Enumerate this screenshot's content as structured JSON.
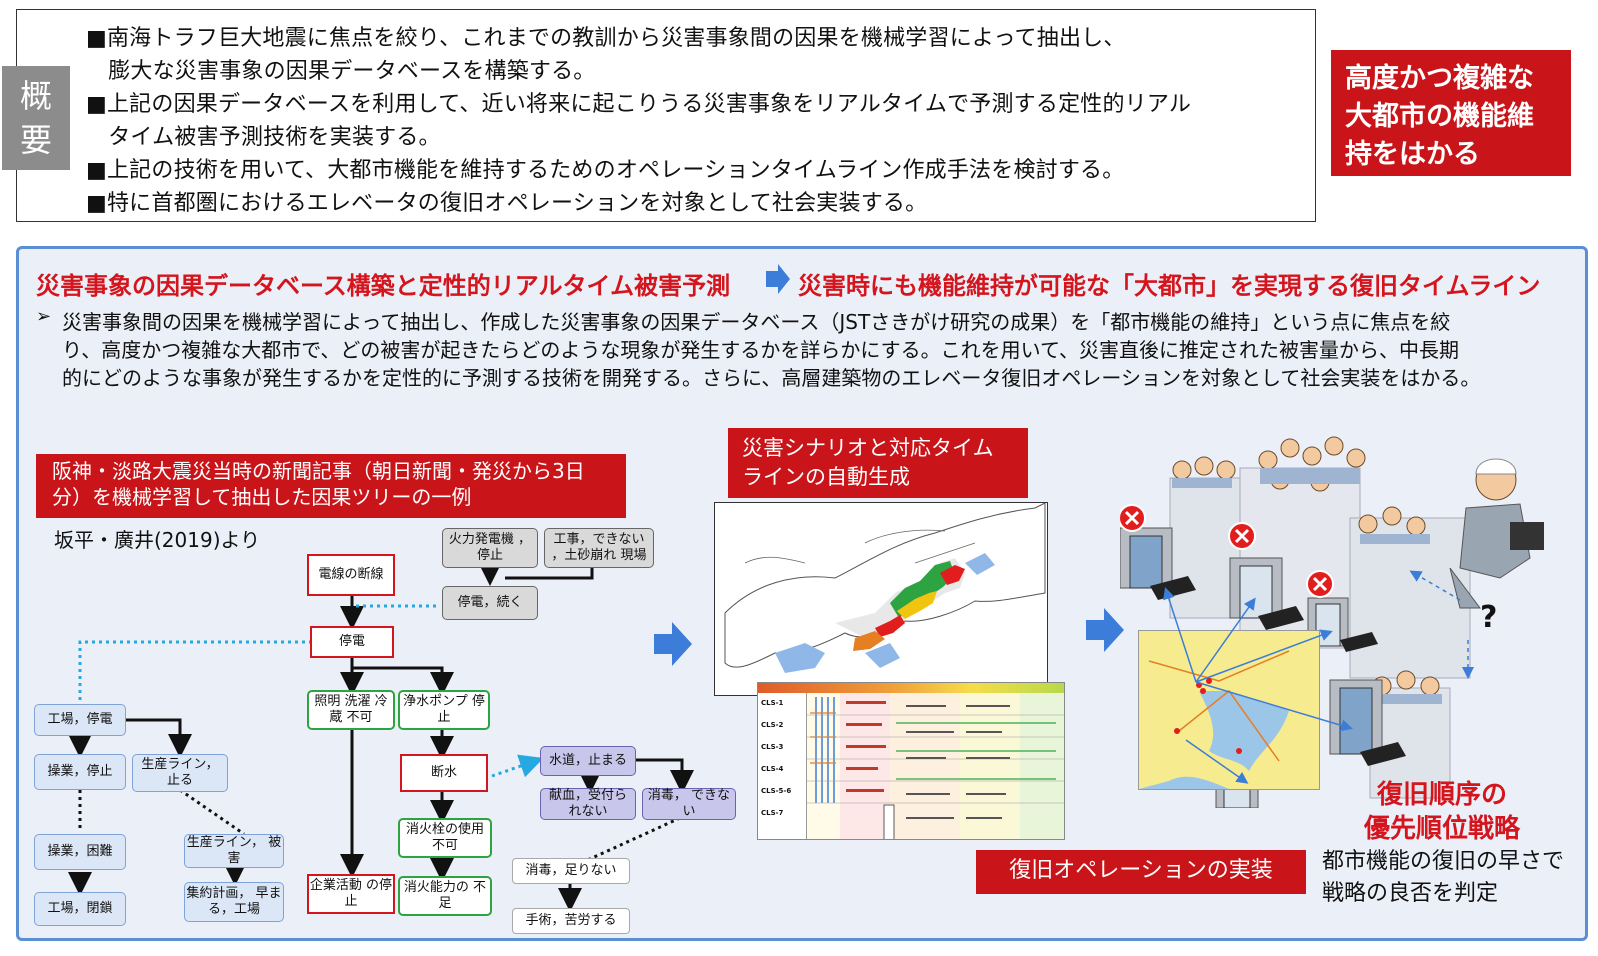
{
  "summary": {
    "label": "概要",
    "label_lines": [
      "概",
      "要"
    ],
    "lines": [
      "■南海トラフ巨大地震に焦点を絞り、これまでの教訓から災害事象間の因果を機械学習によって抽出し、",
      "　膨大な災害事象の因果データベースを構築する。",
      "■上記の因果データベースを利用して、近い将来に起こりうる災害事象をリアルタイムで予測する定性的リアル",
      "　タイム被害予測技術を実装する。",
      "■上記の技術を用いて、大都市機能を維持するためのオペレーションタイムライン作成手法を検討する。",
      "■特に首都圏におけるエレベータの復旧オペレーションを対象として社会実装する。"
    ]
  },
  "goal": {
    "lines": [
      "高度かつ複雑な",
      "大都市の機能維",
      "持をはかる"
    ]
  },
  "panel": {
    "title_left": "災害事象の因果データベース構築と定性的リアルタイム被害予測",
    "title_right": "災害時にも機能維持が可能な「大都市」を実現する復旧タイムライン",
    "bullet": "➢",
    "desc_lines": [
      "災害事象間の因果を機械学習によって抽出し、作成した災害事象の因果データベース（JSTさきがけ研究の成果）を「都市機能の維持」という点に焦点を絞",
      "り、高度かつ複雑な大都市で、どの被害が起きたらどのような現象が発生するかを詳らかにする。これを用いて、災害直後に推定された被害量から、中長期",
      "的にどのような事象が発生するかを定性的に予測する技術を開発する。さらに、高層建築物のエレベータ復旧オペレーションを対象として社会実装をはかる。"
    ]
  },
  "tree": {
    "caption_lines": [
      "阪神・淡路大震災当時の新聞記事（朝日新聞・発災から3日",
      "分）を機械学習して抽出した因果ツリーの一例"
    ],
    "source": "坂平・廣井(2019)より",
    "nodes": {
      "densen": "電線の断線",
      "teiden": "停電",
      "shomei": "照明 洗濯 冷蔵 不可",
      "josui": "浄水ポンプ 停止",
      "dansui": "断水",
      "shokasen": "消火栓の使用 不可",
      "kigyo": "企業活動 の停止",
      "shoka": "消火能力の 不足",
      "karyoku": "火力発電機 ，停止",
      "koji": "工事，できない ，土砂崩れ 現場",
      "teiden_tsuzuku": "停電，続く",
      "kojo_teiden": "工場，停電",
      "sogyo_teishi": "操業，停止",
      "seisan_tomaru": "生産ライン， 止る",
      "sogyo_konnan": "操業，困難",
      "kojo_heisa": "工場，閉鎖",
      "seisan_higai": "生産ライン， 被害",
      "shuyaku": "集約計画， 早まる，工場",
      "suido": "水道，止まる",
      "kenketsu": "献血，受付ら れない",
      "shodoku_dekinai": "消毒， できない",
      "shodoku_tarinai": "消毒，足りない",
      "shujutsu": "手術，苦労する"
    }
  },
  "scenario": {
    "label_lines": [
      "災害シナリオと対応タイム",
      "ラインの自動生成"
    ],
    "table_rows": [
      "CLS-1",
      "CLS-2",
      "CLS-3",
      "CLS-4",
      "CLS-5-6",
      "CLS-7"
    ]
  },
  "operation": {
    "label": "復旧オペレーションの実装",
    "question": "?",
    "strategy_lines": [
      "復旧順序の",
      "優先順位戦略"
    ],
    "judge_lines": [
      "都市機能の復旧の早さで",
      "戦略の良否を判定"
    ]
  },
  "colors": {
    "accent_red": "#c9151a",
    "panel_border": "#5b8fd3",
    "arrow_blue": "#3b7dd8"
  }
}
